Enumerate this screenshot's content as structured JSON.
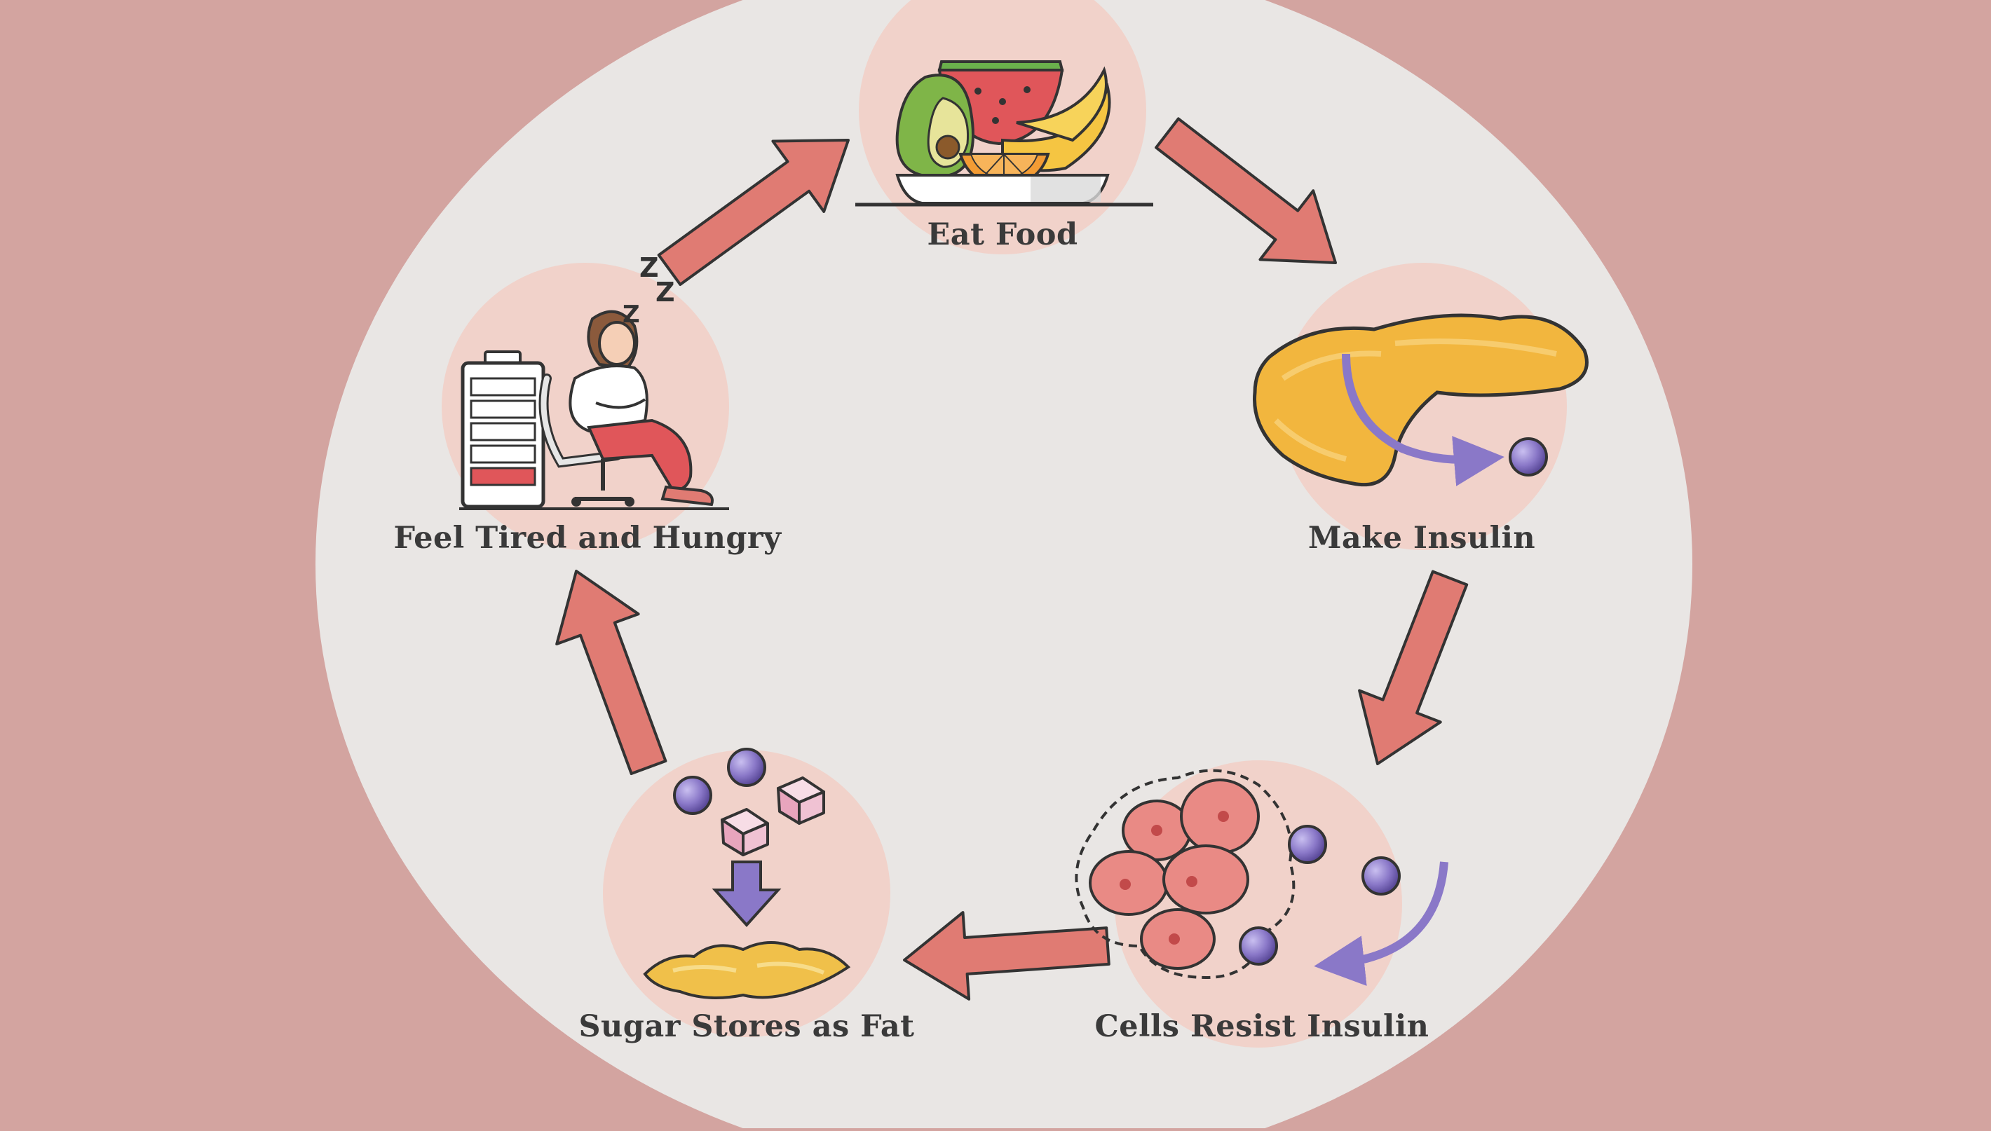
{
  "diagram": {
    "type": "cycle",
    "nodes": [
      {
        "id": "eat-food",
        "label": "Eat Food",
        "icon": "fruit-plate-icon"
      },
      {
        "id": "make-insulin",
        "label": "Make Insulin",
        "icon": "pancreas-icon"
      },
      {
        "id": "cells-resist-insulin",
        "label": "Cells Resist Insulin",
        "icon": "cells-icon"
      },
      {
        "id": "sugar-stores-as-fat",
        "label": "Sugar Stores as Fat",
        "icon": "fat-storage-icon"
      },
      {
        "id": "feel-tired-and-hungry",
        "label": "Feel Tired and Hungry",
        "icon": "tired-person-icon"
      }
    ],
    "edges": [
      {
        "from": "eat-food",
        "to": "make-insulin"
      },
      {
        "from": "make-insulin",
        "to": "cells-resist-insulin"
      },
      {
        "from": "cells-resist-insulin",
        "to": "sugar-stores-as-fat"
      },
      {
        "from": "sugar-stores-as-fat",
        "to": "feel-tired-and-hungry"
      },
      {
        "from": "feel-tired-and-hungry",
        "to": "eat-food"
      }
    ],
    "sleep_glyph": "Z",
    "colors": {
      "background": "#d3a4a0",
      "disc": "#e9e6e4",
      "node_halo": "#f2cfc6",
      "arrow": "#e07b73",
      "insulin": "#8a78c8",
      "fat": "#f0c04a",
      "text": "#3a3a3a"
    }
  }
}
